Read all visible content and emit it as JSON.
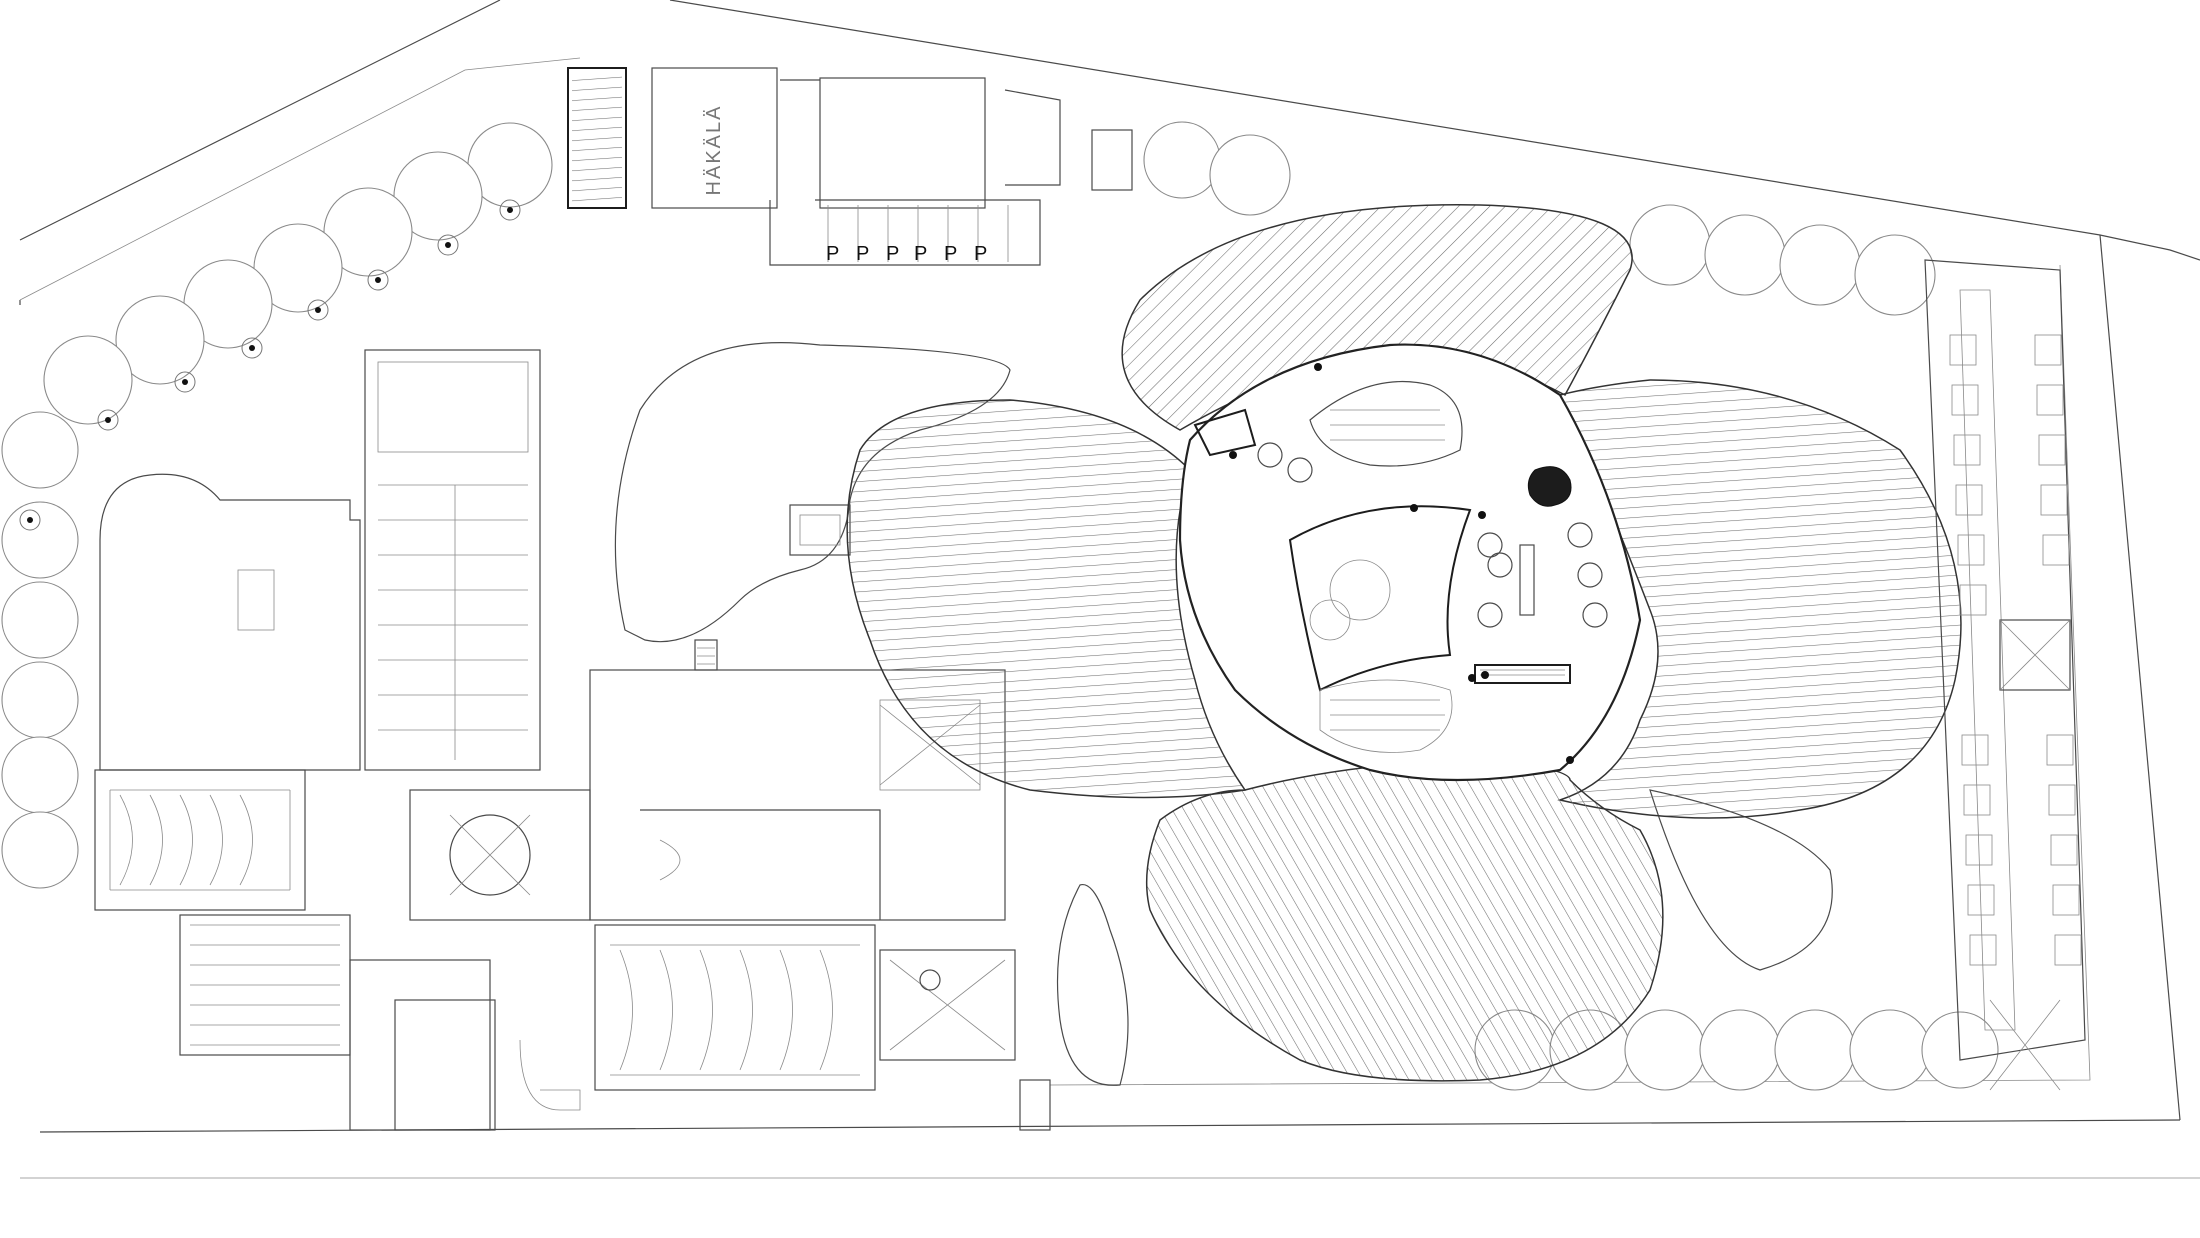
{
  "site_plan": {
    "parking_sign_text": "HÄKÄLÄ",
    "parking_labels": [
      "P",
      "P",
      "P",
      "P",
      "P",
      "P"
    ]
  },
  "colors": {
    "background": "#ffffff",
    "line": "#4a4a4a",
    "hatch": "#6f6f6f",
    "heavy": "#1c1c1c"
  }
}
